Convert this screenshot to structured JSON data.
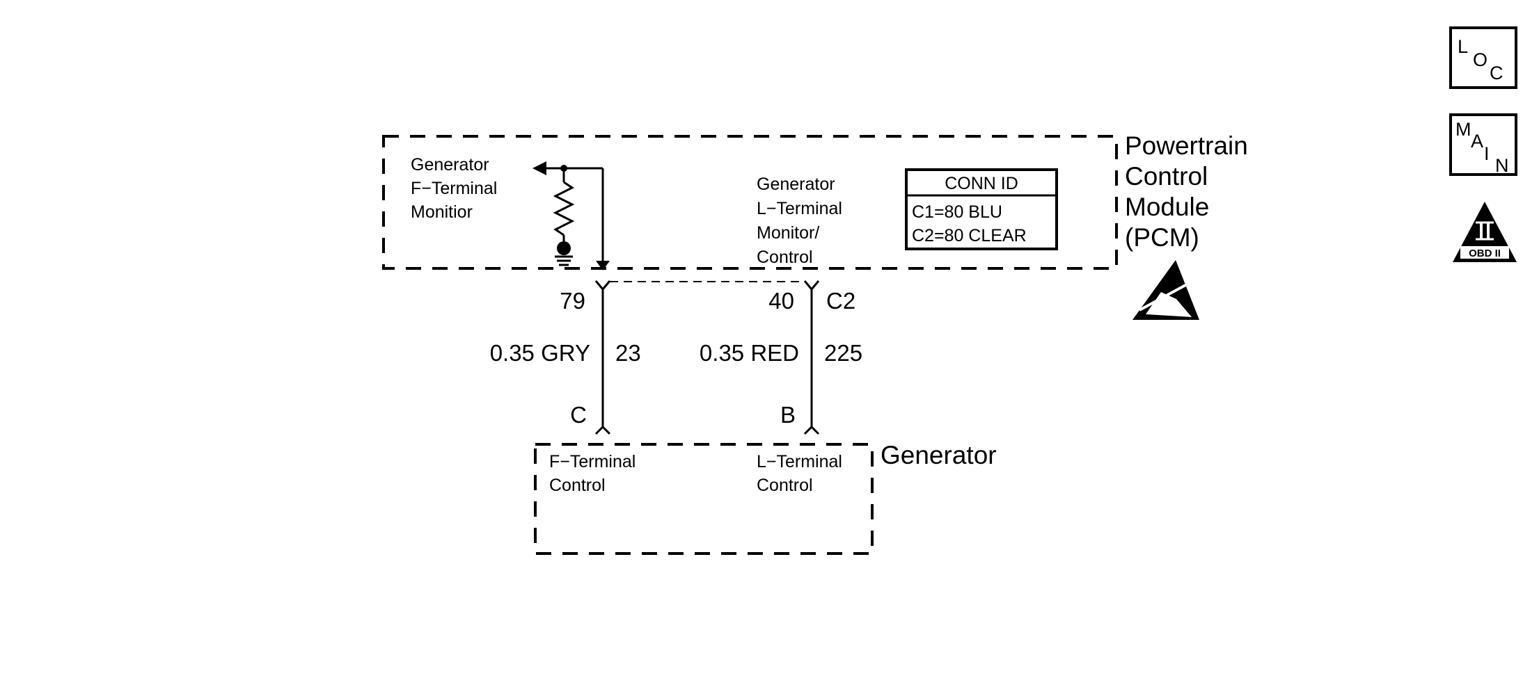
{
  "pcm": {
    "name_lines": [
      "Powertrain",
      "Control",
      "Module",
      "(PCM)"
    ],
    "f_monitor_lines": [
      "Generator",
      "F−Terminal",
      "Monitior"
    ],
    "l_monitor_lines": [
      "Generator",
      "L−Terminal",
      "Monitor/",
      "Control"
    ],
    "conn_id": {
      "title": "CONN ID",
      "rows": [
        "C1=80 BLU",
        "C2=80 CLEAR"
      ]
    }
  },
  "wires": [
    {
      "pcm_pin": "79",
      "label": "0.35 GRY",
      "circuit": "23",
      "gen_pin": "C"
    },
    {
      "pcm_pin": "40",
      "label": "0.35 RED",
      "circuit": "225",
      "gen_pin": "B"
    }
  ],
  "pcm_connector": "C2",
  "generator": {
    "name": "Generator",
    "f_control_lines": [
      "F−Terminal",
      "Control"
    ],
    "l_control_lines": [
      "L−Terminal",
      "Control"
    ]
  },
  "side_icons": {
    "loc": {
      "letters": [
        "L",
        "O",
        "C"
      ]
    },
    "main": {
      "letters": [
        "M",
        "A",
        "I",
        "N"
      ]
    },
    "obd": {
      "numeral": "II",
      "label": "OBD II"
    }
  },
  "colors": {
    "line": "#000000",
    "background": "#ffffff"
  }
}
